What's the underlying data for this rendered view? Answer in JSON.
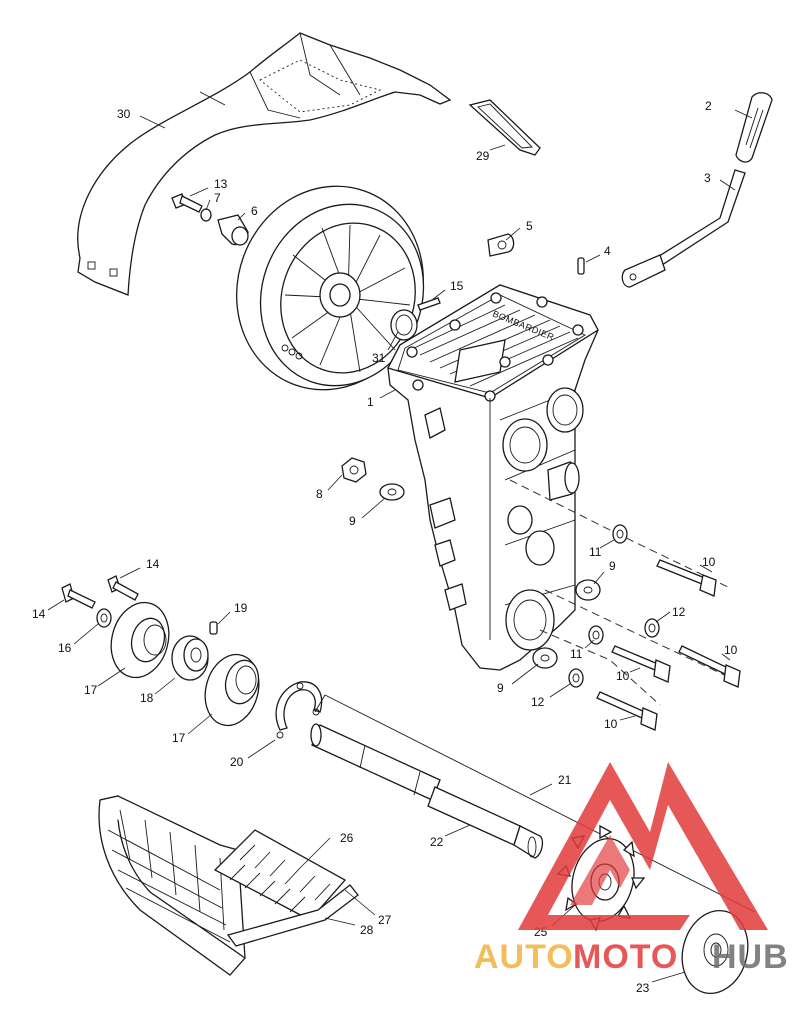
{
  "diagram": {
    "callouts": [
      "30",
      "29",
      "13",
      "7",
      "6",
      "2",
      "3",
      "5",
      "4",
      "15",
      "31",
      "1",
      "8",
      "9",
      "11",
      "10",
      "9",
      "12",
      "11",
      "10",
      "10",
      "9",
      "12",
      "10",
      "14",
      "14",
      "19",
      "16",
      "17",
      "18",
      "17",
      "20",
      "21",
      "22",
      "26",
      "27",
      "28",
      "25",
      "23"
    ],
    "housing_brand": "BOMBARDIER"
  },
  "watermark": {
    "part1": "AUTO",
    "part2": "MOTO",
    "part3": "HUB",
    "colors": {
      "auto": "#f2b33d",
      "moto": "#e23b3b",
      "hub": "#6d6d6d",
      "triangle": "#e23b3b"
    }
  }
}
